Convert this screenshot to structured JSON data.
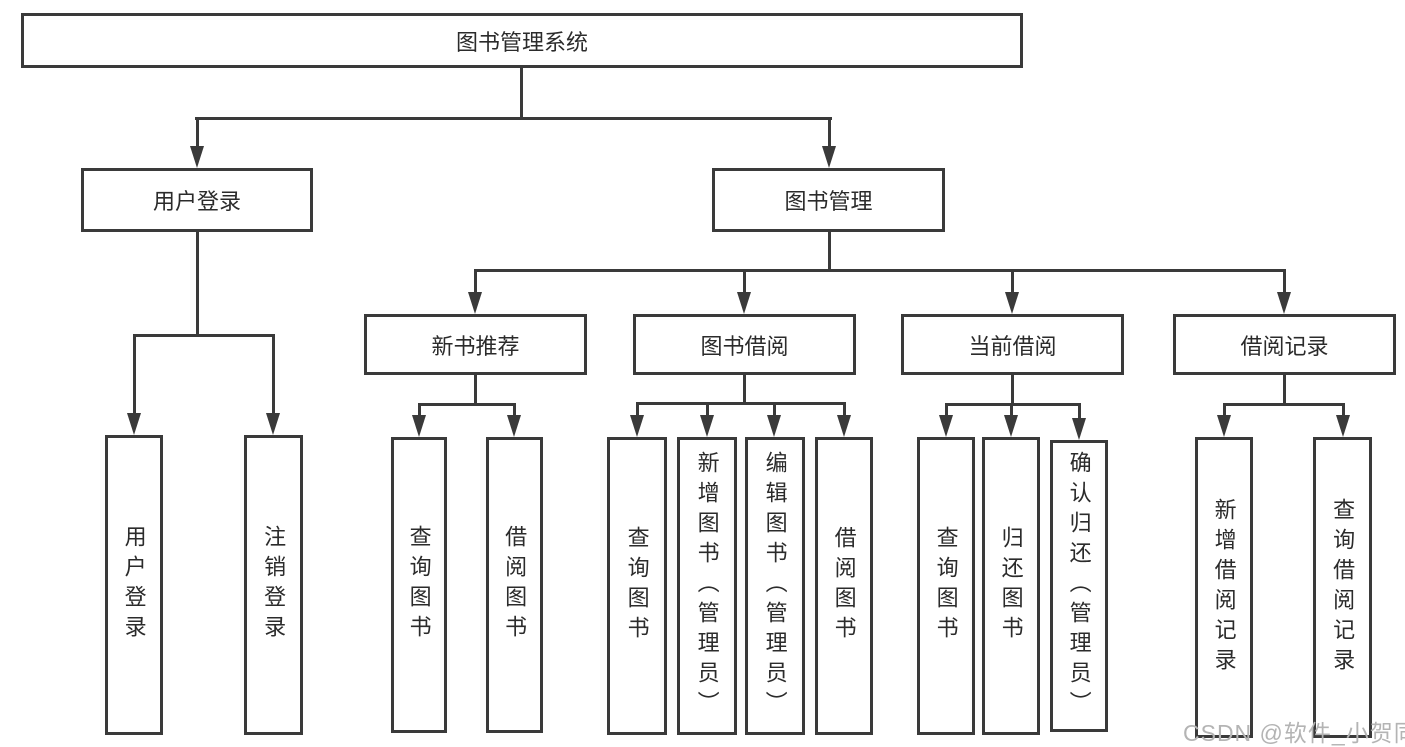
{
  "tree": {
    "root_label": "图书管理系统",
    "branches": [
      {
        "label": "用户登录",
        "children": [
          {
            "label": "用户登录"
          },
          {
            "label": "注销登录"
          }
        ]
      },
      {
        "label": "图书管理",
        "children": [
          {
            "label": "新书推荐",
            "children": [
              {
                "label": "查询图书"
              },
              {
                "label": "借阅图书"
              }
            ]
          },
          {
            "label": "图书借阅",
            "children": [
              {
                "label": "查询图书"
              },
              {
                "label": "新增图书（管理员）"
              },
              {
                "label": "编辑图书（管理员）"
              },
              {
                "label": "借阅图书"
              }
            ]
          },
          {
            "label": "当前借阅",
            "children": [
              {
                "label": "查询图书"
              },
              {
                "label": "归还图书"
              },
              {
                "label": "确认归还（管理员）"
              }
            ]
          },
          {
            "label": "借阅记录",
            "children": [
              {
                "label": "新增借阅记录"
              },
              {
                "label": "查询借阅记录"
              }
            ]
          }
        ]
      }
    ]
  },
  "watermark": {
    "text": "CSDN @软件_小贺同学"
  },
  "colors": {
    "line": "#3a3a3a",
    "text": "#2b2b2b",
    "background": "#ffffff",
    "watermark": "#b4b4b4"
  }
}
